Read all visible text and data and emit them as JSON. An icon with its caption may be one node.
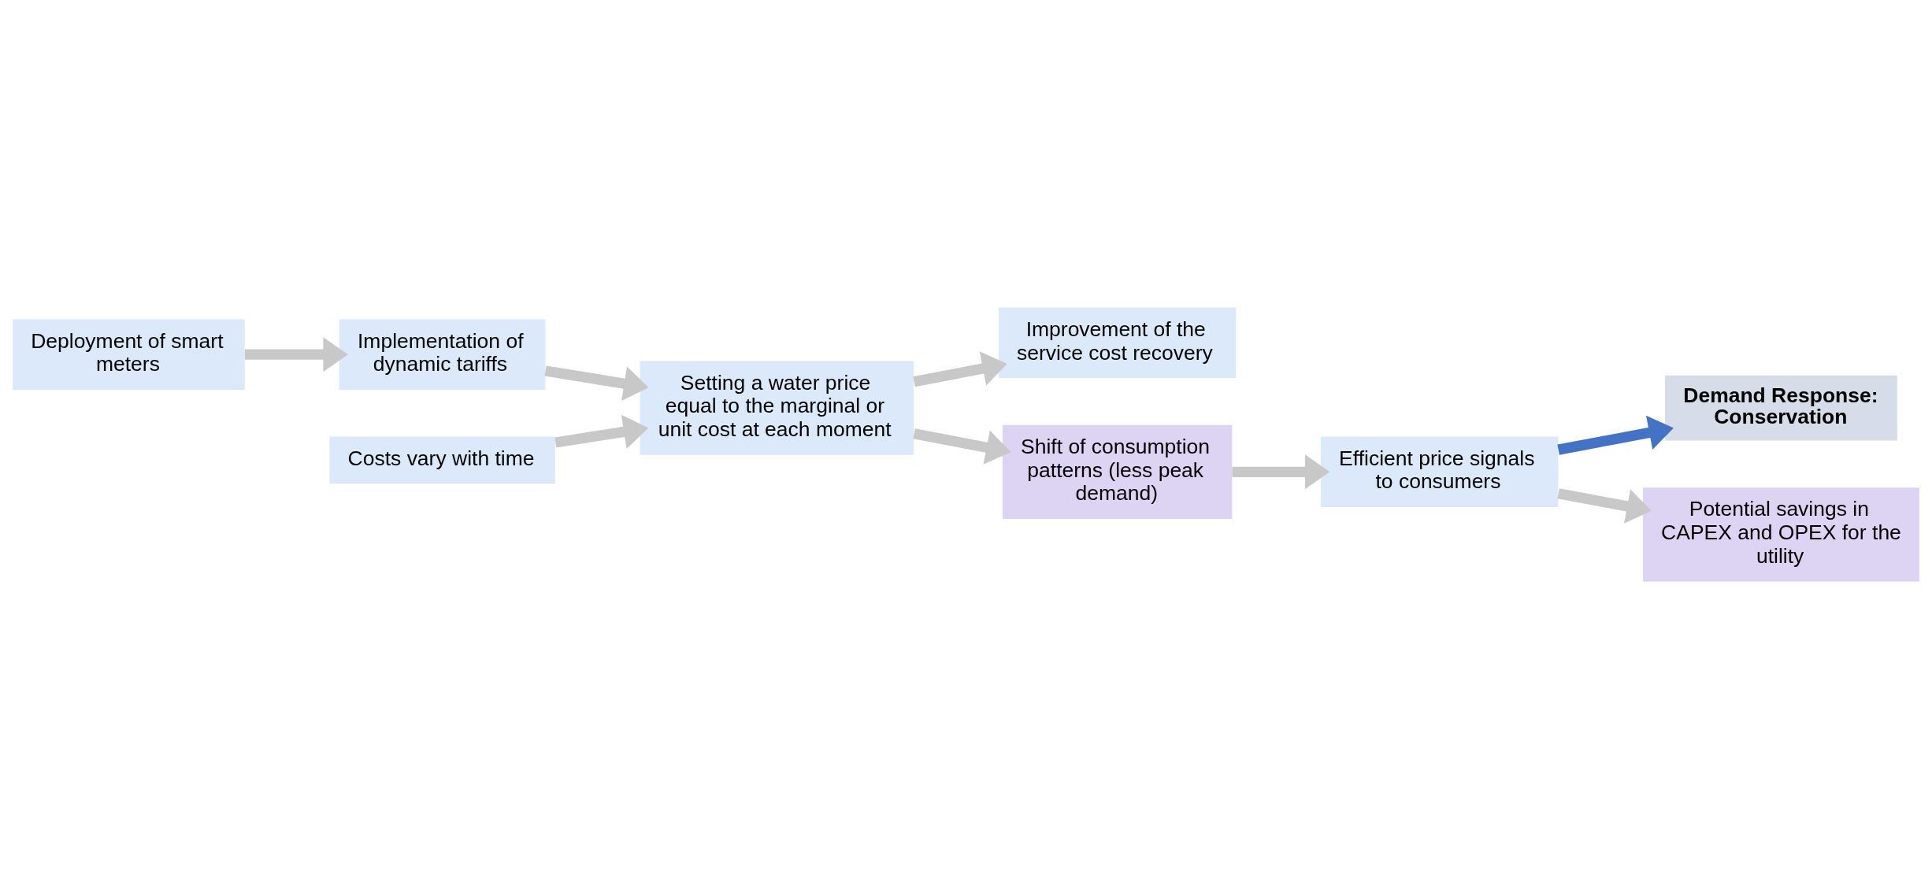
{
  "diagram": {
    "nodes": [
      {
        "text": [
          "Deployment of smart meters"
        ]
      },
      {
        "text": [
          "Implementation of dynamic tariffs"
        ]
      },
      {
        "text": [
          "Improvement of the service cost recovery"
        ]
      },
      {
        "text": [
          "Setting a water price equal to the marginal or unit cost at each moment"
        ]
      },
      {
        "text": [
          "Costs vary with time"
        ]
      },
      {
        "text": [
          "Demand Response: Conservation"
        ]
      },
      {
        "text": [
          "Shift of consumption patterns (less peak demand)"
        ]
      },
      {
        "text": [
          "Efficient price signals to consumers"
        ]
      },
      {
        "text": [
          "Potential savings in CAPEX and OPEX for the utility"
        ]
      }
    ],
    "edges": [
      {
        "from": 0,
        "to": 1,
        "arrow": "to"
      },
      {
        "from": 1,
        "to": 3,
        "arrow": "to"
      },
      {
        "from": 4,
        "to": 3,
        "arrow": "to"
      },
      {
        "from": 3,
        "to": 2,
        "arrow": "to"
      },
      {
        "from": 3,
        "to": 6,
        "arrow": "to"
      },
      {
        "from": 6,
        "to": 7,
        "arrow": "to"
      },
      {
        "from": 7,
        "to": 5,
        "arrow": "to",
        "color": "#4472c4"
      },
      {
        "from": 7,
        "to": 8,
        "arrow": "to"
      }
    ]
  }
}
